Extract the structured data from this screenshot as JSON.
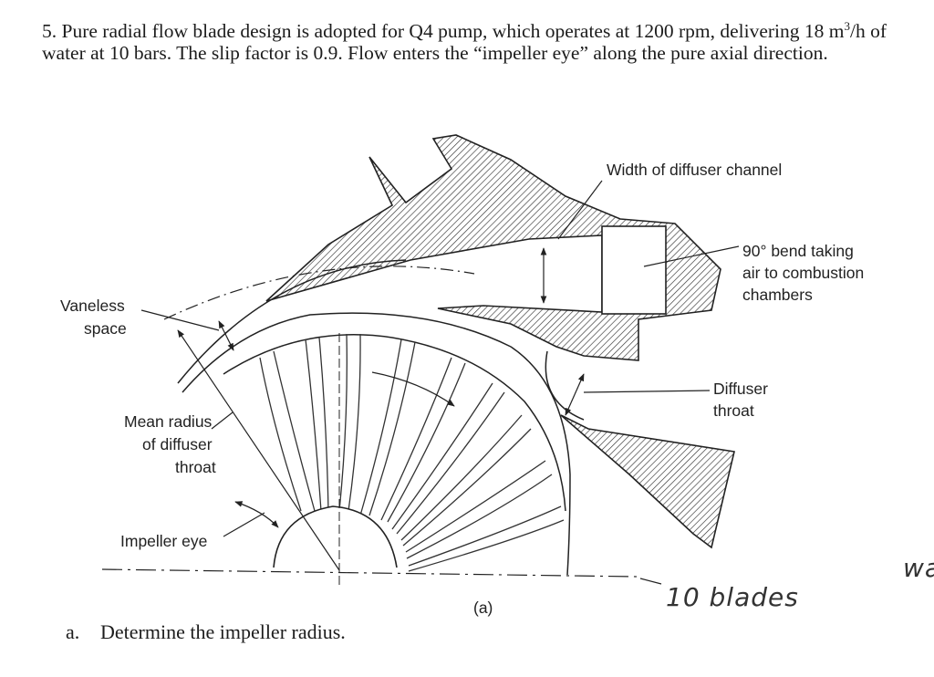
{
  "problem": {
    "number": "5.",
    "text_part1": "Pure radial flow blade design is adopted for Q4 pump, which operates at 1200 rpm, delivering 18 m",
    "superscript": "3",
    "text_part2": "/h of water at 10 bars. The slip factor is 0.9. Flow enters the “impeller eye” along the pure axial direction."
  },
  "figure": {
    "labels": {
      "width_of_diffuser_channel": "Width of diffuser channel",
      "bend_line1": "90° bend taking",
      "bend_line2": "air to combustion",
      "bend_line3": "chambers",
      "vaneless_line1": "Vaneless",
      "vaneless_line2": "space",
      "diffuser_throat_line1": "Diffuser",
      "diffuser_throat_line2": "throat",
      "mean_radius_line1": "Mean radius",
      "mean_radius_line2": "of diffuser",
      "mean_radius_line3": "throat",
      "impeller_eye": "Impeller eye",
      "caption": "(a)"
    },
    "annotation_handwritten": "10 blades",
    "margin_handwriting": "wa"
  },
  "question_a": {
    "letter": "a.",
    "text": "Determine the impeller radius."
  }
}
